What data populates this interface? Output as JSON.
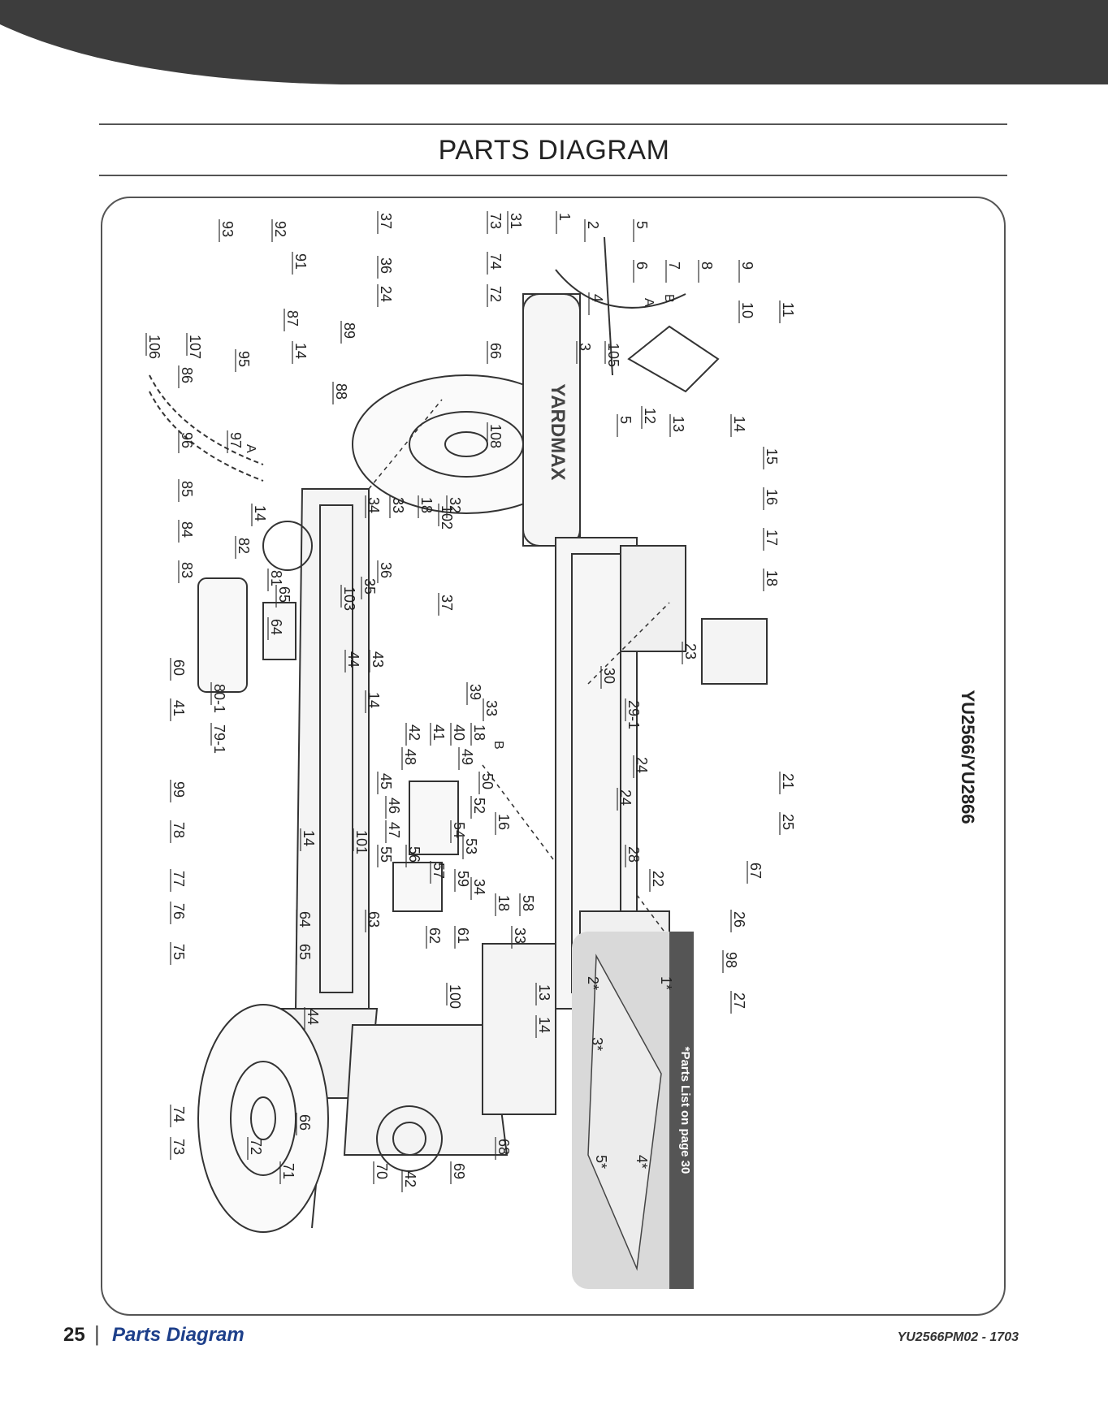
{
  "header": {
    "title": "PARTS DIAGRAM"
  },
  "diagram": {
    "model": "YU2566/YU2866",
    "inset_note": "*Parts List on page 30",
    "brand_decal": "YARDMAX",
    "port_labels": [
      "A",
      "B",
      "A",
      "B"
    ],
    "part_labels": [
      "93",
      "92",
      "91",
      "37",
      "36",
      "24",
      "89",
      "87",
      "14",
      "95",
      "107",
      "86",
      "106",
      "88",
      "96",
      "85",
      "84",
      "83",
      "97",
      "14",
      "82",
      "81",
      "65",
      "64",
      "60",
      "41",
      "103",
      "80-1",
      "79-1",
      "44",
      "43",
      "14",
      "99",
      "78",
      "77",
      "76",
      "75",
      "65",
      "64",
      "14",
      "101",
      "44",
      "74",
      "73",
      "72",
      "66",
      "71",
      "70",
      "42",
      "69",
      "73",
      "74",
      "72",
      "66",
      "102",
      "34",
      "33",
      "18",
      "32",
      "36",
      "35",
      "37",
      "39",
      "33",
      "18",
      "42",
      "41",
      "40",
      "48",
      "49",
      "45",
      "46",
      "47",
      "50",
      "52",
      "54",
      "53",
      "16",
      "18",
      "58",
      "34",
      "55",
      "56",
      "57",
      "59",
      "33",
      "63",
      "62",
      "61",
      "100",
      "13",
      "14",
      "68",
      "31",
      "108",
      "1",
      "2",
      "5",
      "6",
      "4",
      "3",
      "105",
      "5",
      "7",
      "8",
      "9",
      "10",
      "11",
      "12",
      "13",
      "14",
      "15",
      "16",
      "17",
      "18",
      "23",
      "30",
      "29-1",
      "24",
      "24",
      "21",
      "25",
      "28",
      "22",
      "67",
      "26",
      "98",
      "27"
    ],
    "inset_labels": [
      "1*",
      "2*",
      "3*",
      "4*",
      "5*"
    ]
  },
  "footer": {
    "page_number": "25",
    "separator": "|",
    "section": "Parts Diagram",
    "doc_code": "YU2566PM02 - 1703"
  },
  "colors": {
    "header_band": "#3d3d3d",
    "inset_background": "#d9d9d9",
    "inset_tab": "#555555",
    "section_link": "#1d3f8a",
    "line_art": "#333333"
  }
}
